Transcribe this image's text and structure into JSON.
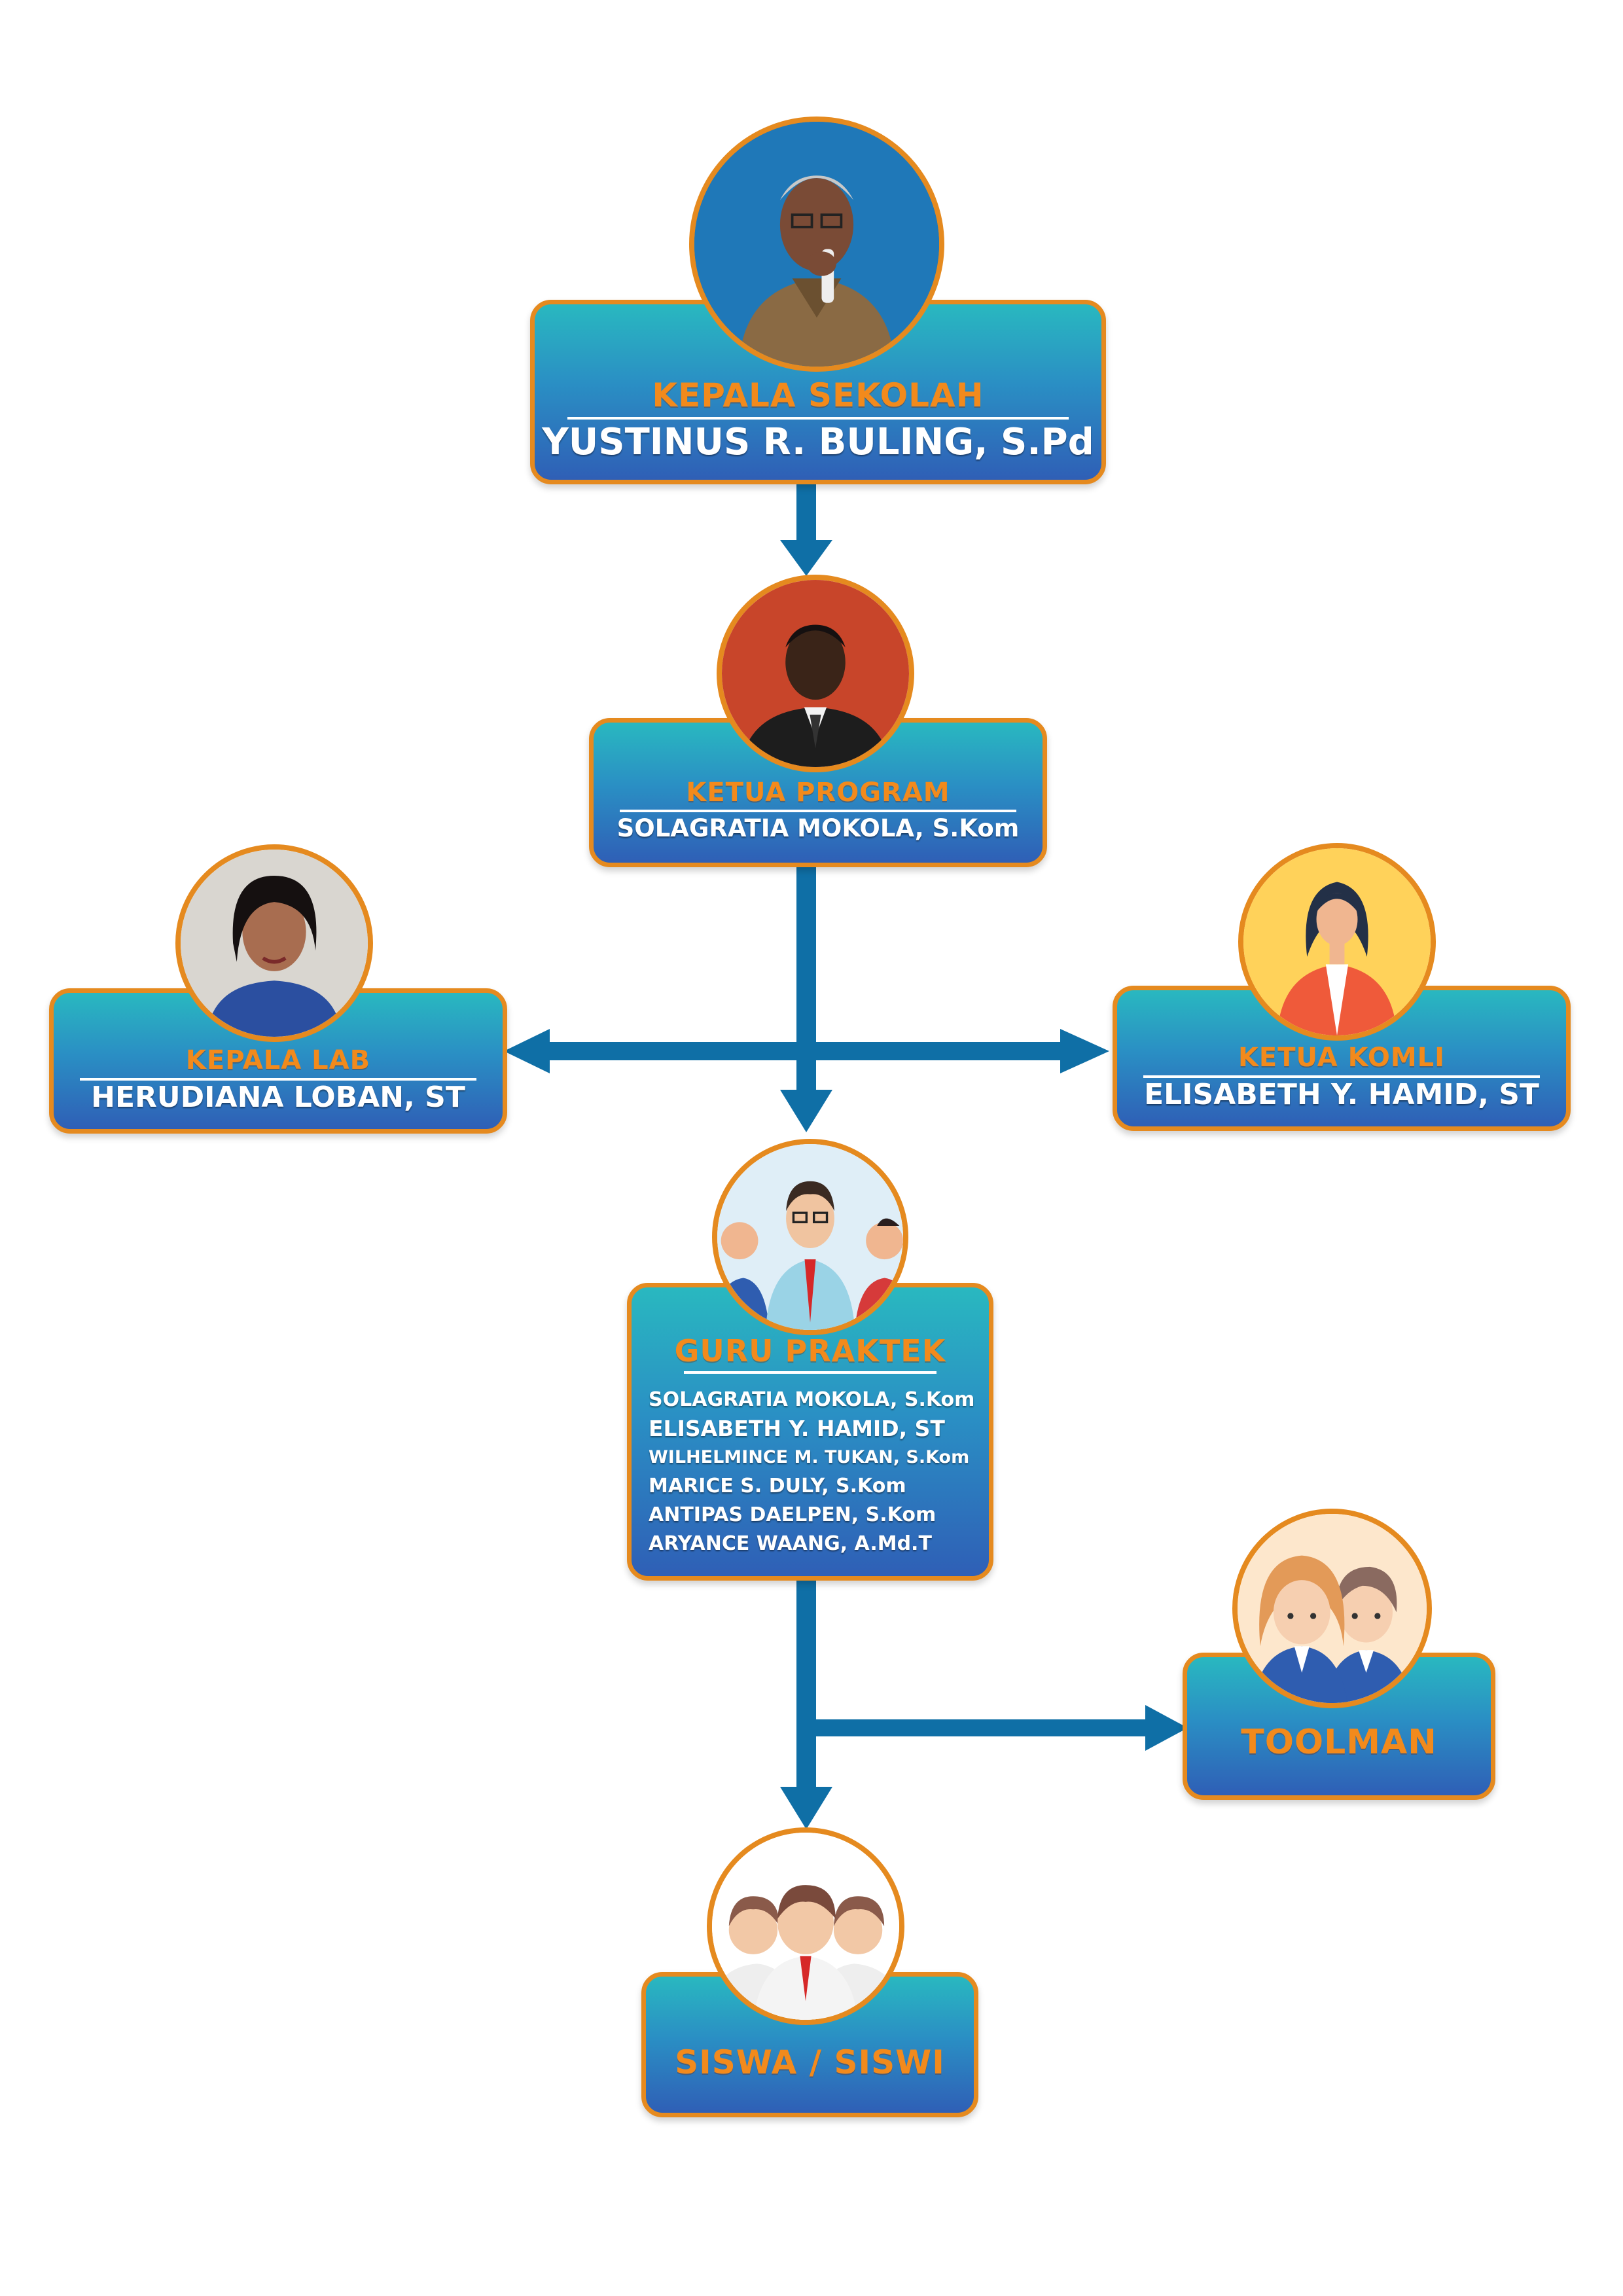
{
  "nodes": {
    "kepala_sekolah": {
      "title": "KEPALA SEKOLAH",
      "name": "YUSTINUS R. BULING, S.Pd"
    },
    "ketua_program": {
      "title": "KETUA PROGRAM",
      "name": "SOLAGRATIA MOKOLA, S.Kom"
    },
    "kepala_lab": {
      "title": "KEPALA LAB",
      "name": "HERUDIANA LOBAN, ST"
    },
    "ketua_komli": {
      "title": "KETUA KOMLI",
      "name": "ELISABETH Y. HAMID, ST"
    },
    "guru_praktek": {
      "title": "GURU PRAKTEK",
      "members": [
        "SOLAGRATIA MOKOLA, S.Kom",
        "ELISABETH Y. HAMID, ST",
        "WILHELMINCE M. TUKAN, S.Kom",
        "MARICE S. DULY, S.Kom",
        "ANTIPAS DAELPEN, S.Kom",
        "ARYANCE WAANG, A.Md.T"
      ]
    },
    "toolman": {
      "title": "TOOLMAN"
    },
    "siswa": {
      "title": "SISWA / SISWI"
    }
  },
  "colors": {
    "connector": "#0f6fa6",
    "border": "#e58a1f",
    "title_text": "#f28a1c",
    "box_top": "#29b8c0",
    "box_bottom": "#2f5fb6"
  },
  "icons": {
    "kepala_sekolah": "principal-photo",
    "ketua_program": "program-head-photo",
    "kepala_lab": "lab-head-photo",
    "ketua_komli": "woman-avatar-icon",
    "guru_praktek": "teachers-group-icon",
    "toolman": "two-staff-avatar-icon",
    "siswa": "students-group-icon"
  }
}
